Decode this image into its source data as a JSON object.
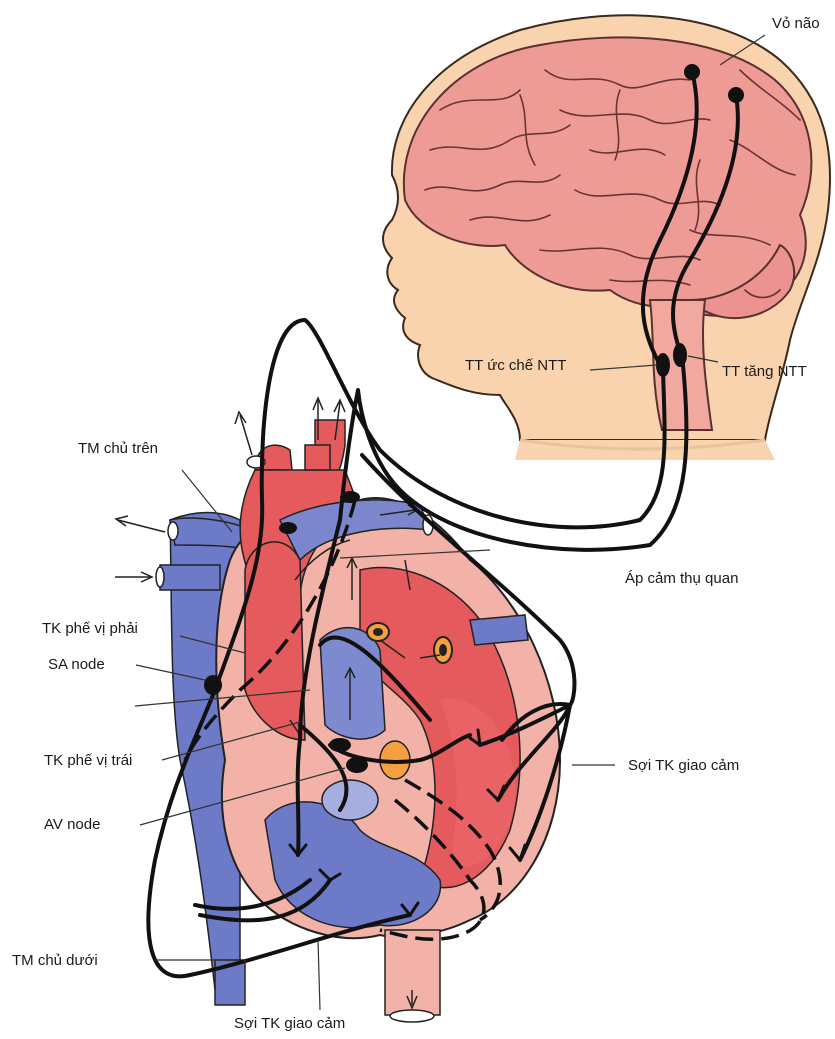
{
  "labels": {
    "cortex": "Vỏ não",
    "inhibit_center": "TT ức chế NTT",
    "accel_center": "TT tăng NTT",
    "svc": "TM chủ trên",
    "baroreceptor": "Áp cảm thụ quan",
    "right_vagus": "TK phế vị phải",
    "sa_node": "SA node",
    "left_vagus": "TK phế vị trái",
    "sympathetic_right": "Sợi TK giao cảm",
    "av_node": "AV node",
    "ivc": "TM chủ dưới",
    "sympathetic_bottom": "Sợi TK giao cảm"
  },
  "colors": {
    "skin": "#f8d3ae",
    "skin_outline": "#3a2a1e",
    "brain": "#ee9b95",
    "brain_outline": "#5a3030",
    "heart_outer": "#f2b2a8",
    "arterial": "#e55a5c",
    "arterial_light": "#f2a0a0",
    "venous": "#6d7ac8",
    "venous_light": "#9aa5dc",
    "nerve": "#111111",
    "node_fill": "#f4a040"
  }
}
